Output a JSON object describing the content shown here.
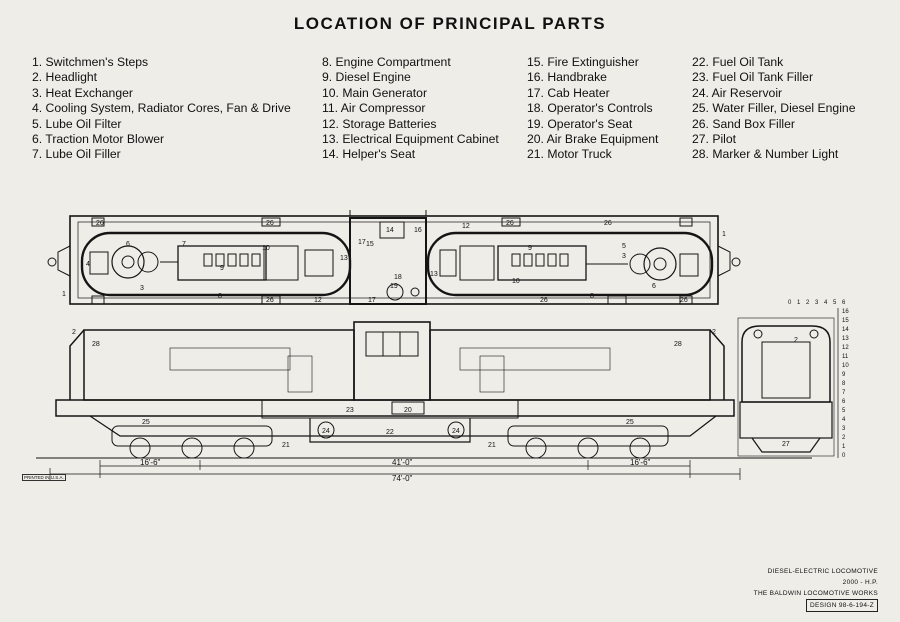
{
  "title": "LOCATION OF PRINCIPAL PARTS",
  "legend": {
    "col1": [
      "1.  Switchmen's Steps",
      "2.  Headlight",
      "3.  Heat Exchanger",
      "4.  Cooling System, Radiator Cores, Fan & Drive",
      "5.  Lube Oil Filter",
      "6.  Traction Motor Blower",
      "7.  Lube Oil Filler"
    ],
    "col2": [
      "8.  Engine Compartment",
      "9.  Diesel Engine",
      "10.  Main Generator",
      "11.  Air Compressor",
      "12.  Storage Batteries",
      "13.  Electrical Equipment Cabinet",
      "14.  Helper's Seat"
    ],
    "col3": [
      "15.  Fire Extinguisher",
      "16.  Handbrake",
      "17.  Cab Heater",
      "18.  Operator's Controls",
      "19.  Operator's Seat",
      "20.  Air Brake Equipment",
      "21.  Motor Truck"
    ],
    "col4": [
      "22.  Fuel Oil Tank",
      "23.  Fuel Oil Tank Filler",
      "24.  Air Reservoir",
      "25.  Water Filler, Diesel Engine",
      "26.  Sand Box Filler",
      "27.  Pilot",
      "28.  Marker & Number Light"
    ]
  },
  "dimensions": {
    "truck_left": "16'-6\"",
    "center": "41'-0\"",
    "overall": "74'-0\"",
    "truck_right": "16'-6\""
  },
  "scale": {
    "top": [
      "0",
      "1",
      "2",
      "3",
      "4",
      "5",
      "6"
    ],
    "side": [
      "16",
      "15",
      "14",
      "13",
      "12",
      "11",
      "10",
      "9",
      "8",
      "7",
      "6",
      "5",
      "4",
      "3",
      "2",
      "1",
      "0"
    ]
  },
  "stamp": "PRINTED IN U.S.A.",
  "caption": {
    "line1": "DIESEL-ELECTRIC LOCOMOTIVE",
    "line2": "2000 - H.P.",
    "line3": "THE BALDWIN LOCOMOTIVE WORKS",
    "line4": "DESIGN 98-6-194-Z"
  },
  "callouts": {
    "plan": [
      "26",
      "26",
      "14",
      "16",
      "12",
      "26",
      "6",
      "7",
      "10",
      "9",
      "13",
      "17",
      "15",
      "13",
      "9",
      "5",
      "3",
      "4",
      "1",
      "1",
      "3",
      "8",
      "26",
      "12",
      "18",
      "19",
      "17",
      "10",
      "26",
      "8",
      "6",
      "26",
      "26"
    ],
    "side": [
      "2",
      "28",
      "23",
      "20",
      "22",
      "24",
      "24",
      "21",
      "21",
      "25",
      "25",
      "28",
      "2"
    ],
    "front": [
      "2",
      "27"
    ]
  }
}
